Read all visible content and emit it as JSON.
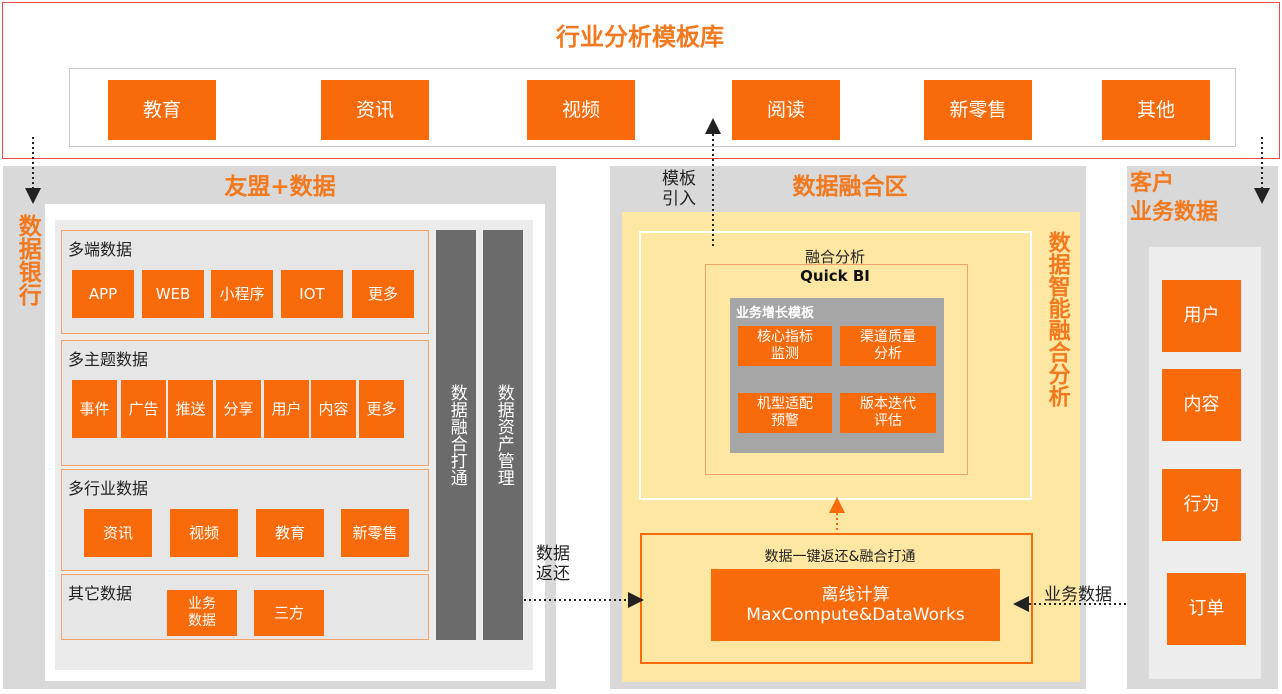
{
  "template_library": {
    "title": "行业分析模板库",
    "items": [
      "教育",
      "资讯",
      "视频",
      "阅读",
      "新零售",
      "其他"
    ]
  },
  "data_bank": {
    "label": "数据银行"
  },
  "alliance": {
    "title": "友盟+数据",
    "multi_end": {
      "title": "多端数据",
      "items": [
        "APP",
        "WEB",
        "小程序",
        "IOT",
        "更多"
      ]
    },
    "multi_topic": {
      "title": "多主题数据",
      "items": [
        "事件",
        "广告",
        "推送",
        "分享",
        "用户",
        "内容",
        "更多"
      ]
    },
    "multi_industry": {
      "title": "多行业数据",
      "items": [
        "资讯",
        "视频",
        "教育",
        "新零售"
      ]
    },
    "other": {
      "title": "其它数据",
      "items": [
        "业务\n数据",
        "三方"
      ]
    },
    "bar1": "数据融合打通",
    "bar2": "数据资产管理"
  },
  "flow": {
    "template_import": "模板\n引入",
    "data_return": "数据\n返还",
    "business_data": "业务数据"
  },
  "fusion_zone": {
    "title": "数据融合区",
    "side_label": "数据智能融合分析",
    "fusion_analysis": "融合分析",
    "quickbi": "Quick BI",
    "growth_template": "业务增长模板",
    "growth_items": [
      "核心指标\n监测",
      "渠道质量\n分析",
      "机型适配\n预警",
      "版本迭代\n评估"
    ],
    "onekey": "数据一键返还&融合打通",
    "offline_line1": "离线计算",
    "offline_line2": "MaxCompute&DataWorks"
  },
  "customer": {
    "title_line1": "客户",
    "title_line2": "业务数据",
    "items": [
      "用户",
      "内容",
      "行为",
      "订单"
    ]
  },
  "colors": {
    "accent": "#f96a0a",
    "title": "#f3791e",
    "zone_bg": "#fee6a3",
    "grey": "#d9d9d9"
  }
}
